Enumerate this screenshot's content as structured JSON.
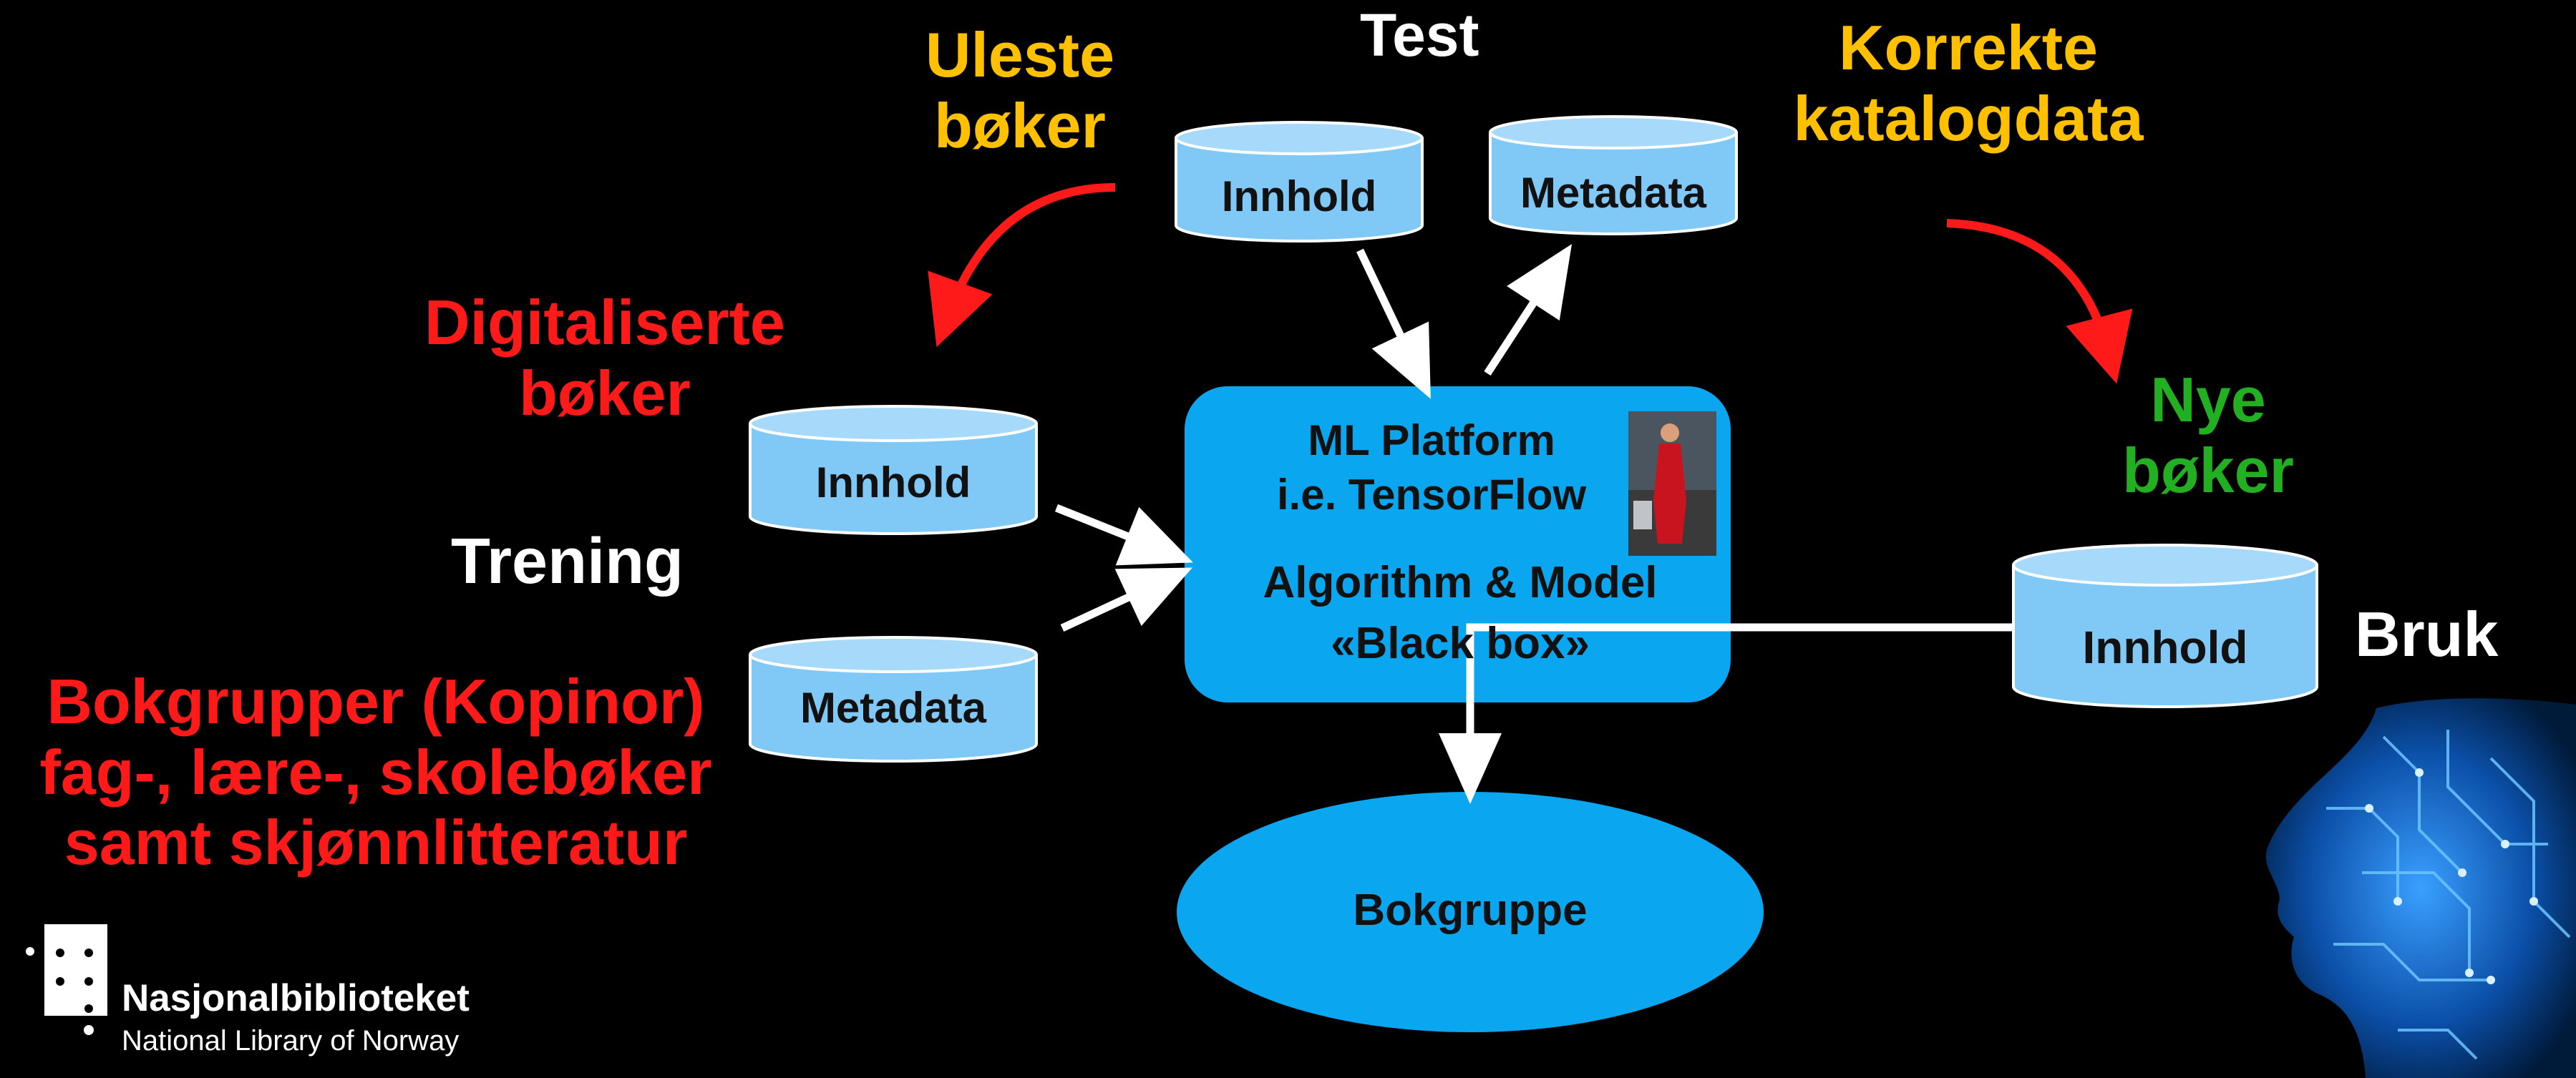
{
  "labels": {
    "test": "Test",
    "uleste_boker": [
      "Uleste",
      "bøker"
    ],
    "korrekte_katalogdata": [
      "Korrekte",
      "katalogdata"
    ],
    "digitaliserte_boker": [
      "Digitaliserte",
      "bøker"
    ],
    "trening": "Trening",
    "bokgrupper": [
      "Bokgrupper (Kopinor)",
      "fag-, lære-, skolebøker",
      "samt skjønnlitteratur"
    ],
    "nye_boker": [
      "Nye",
      "bøker"
    ],
    "bruk": "Bruk"
  },
  "stores": {
    "test_innhold": "Innhold",
    "test_metadata": "Metadata",
    "train_innhold": "Innhold",
    "train_metadata": "Metadata",
    "use_innhold": "Innhold"
  },
  "platform": {
    "line1": "ML Platform",
    "line2": "i.e. TensorFlow",
    "line3": "Algorithm & Model",
    "line4": "«Black box»"
  },
  "output": {
    "label": "Bokgruppe"
  },
  "logo": {
    "name": "Nasjonalbiblioteket",
    "subtitle": "National Library of Norway"
  },
  "colors": {
    "red": "#ff1a1a",
    "orange": "#ffc000",
    "green": "#22b022",
    "store_fill": "#80c8f5",
    "platform_fill": "#0aa6f0",
    "background": "#000000"
  }
}
